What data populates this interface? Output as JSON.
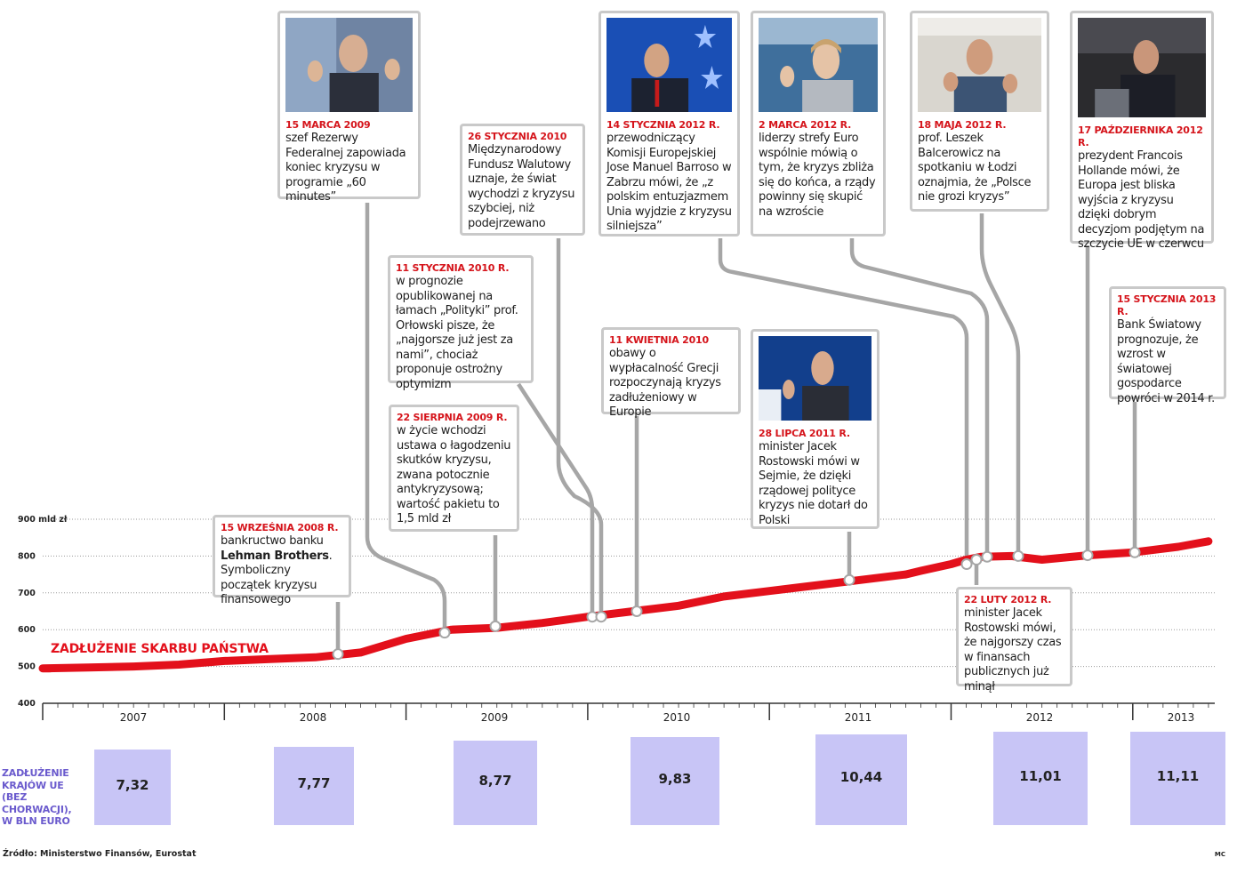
{
  "chart_data": {
    "type": "line",
    "series": [
      {
        "name": "ZADŁUŻENIE SKARBU PAŃSTWA",
        "x": [
          "2007-01",
          "2007-04",
          "2007-07",
          "2007-10",
          "2008-01",
          "2008-04",
          "2008-07",
          "2008-10",
          "2009-01",
          "2009-04",
          "2009-07",
          "2009-10",
          "2010-01",
          "2010-04",
          "2010-07",
          "2010-10",
          "2011-01",
          "2011-04",
          "2011-07",
          "2011-10",
          "2011-11",
          "2012-01",
          "2012-02",
          "2012-03",
          "2012-05",
          "2012-07",
          "2012-10",
          "2013-01",
          "2013-04",
          "2013-06"
        ],
        "values": [
          495,
          497,
          500,
          505,
          515,
          520,
          525,
          538,
          575,
          600,
          605,
          618,
          635,
          650,
          665,
          690,
          705,
          720,
          735,
          750,
          760,
          778,
          790,
          798,
          800,
          790,
          802,
          810,
          825,
          840
        ],
        "color": "#e3101b"
      }
    ],
    "y_axis": {
      "min": 400,
      "max": 900,
      "ticks": [
        "400",
        "500",
        "600",
        "700",
        "800",
        "900 mld zł"
      ]
    },
    "x_axis": {
      "ticks": [
        "2007",
        "2008",
        "2009",
        "2010",
        "2011",
        "2012",
        "2013"
      ]
    },
    "grid": "dotted horizontal",
    "eu_debt": {
      "label": "ZADŁUŻENIE KRAJÓW UE (BEZ CHORWACJI), W BLN EURO",
      "years": [
        "2007",
        "2008",
        "2009",
        "2010",
        "2011",
        "2012",
        "2013"
      ],
      "values": [
        "7,32",
        "7,77",
        "8,77",
        "9,83",
        "10,44",
        "11,01",
        "11,11"
      ],
      "bar_color": "#c8c5f6"
    }
  },
  "series_label": "ZADŁUŻENIE SKARBU PAŃSTWA",
  "events": [
    {
      "id": "e1",
      "date": "15 WRZEŚNIA 2008 R.",
      "text_before": "bankructwo banku ",
      "bold": "Lehman Brothers",
      "text_after": ". Symboliczny początek kryzysu finansowego",
      "x_date": "2008-09"
    },
    {
      "id": "e2",
      "date": "15 MARCA 2009",
      "text": "szef Rezerwy Federalnej zapowiada koniec kryzysu w programie „60 minutes”",
      "x_date": "2009-03",
      "photo": "ben-bernanke-photo"
    },
    {
      "id": "e3",
      "date": "22 SIERPNIA 2009 R.",
      "text": "w życie wchodzi ustawa o łagodzeniu skutków kryzysu, zwana potocznie antykryzysową; wartość pakietu to 1,5 mld zł",
      "x_date": "2009-08"
    },
    {
      "id": "e4",
      "date": "11 STYCZNIA 2010 R.",
      "text": "w prognozie opublikowanej na łamach „Polityki” prof. Orłowski pisze, że „najgorsze już jest za nami”, chociaż proponuje ostrożny optymizm",
      "x_date": "2010-01"
    },
    {
      "id": "e5",
      "date": "26 STYCZNIA 2010",
      "text": "Międzynarodowy Fundusz Walutowy uznaje, że świat wychodzi z kryzysu szybciej, niż podejrzewano",
      "x_date": "2010-01"
    },
    {
      "id": "e6",
      "date": "11 KWIETNIA 2010",
      "text": "obawy o wypłacalność Grecji rozpoczynają kryzys zadłużeniowy w Europie",
      "x_date": "2010-04"
    },
    {
      "id": "e7",
      "date": "14 STYCZNIA 2012 R.",
      "text": "przewodniczący Komisji Europejskiej Jose Manuel Barroso w Zabrzu mówi, że „z polskim entuzjazmem Unia wyjdzie z kryzysu silniejsza”",
      "x_date": "2012-01",
      "photo": "barroso-photo"
    },
    {
      "id": "e8",
      "date": "2 MARCA 2012 R.",
      "text": "liderzy strefy Euro wspólnie mówią o tym, że kryzys zbliża się do końca, a rządy powinny się skupić na wzroście",
      "x_date": "2012-03",
      "photo": "merkel-photo"
    },
    {
      "id": "e9",
      "date": "28 LIPCA 2011 R.",
      "text": "minister Jacek Rostowski mówi w Sejmie, że dzięki rządowej polityce kryzys nie dotarł do Polski",
      "x_date": "2011-07",
      "photo": "rostowski-photo"
    },
    {
      "id": "e10",
      "date": "18 MAJA 2012 R.",
      "text": "prof. Leszek Balcerowicz na spotkaniu w Łodzi oznajmia, że „Polsce nie grozi kryzys”",
      "x_date": "2012-05",
      "photo": "balcerowicz-photo"
    },
    {
      "id": "e11",
      "date": "17 PAŹDZIERNIKA 2012 R.",
      "text": "prezydent Francois Hollande mówi, że Europa jest bliska wyjścia z kryzysu dzięki dobrym decyzjom podjętym na szczycie UE w czerwcu",
      "x_date": "2012-10",
      "photo": "hollande-photo"
    },
    {
      "id": "e12",
      "date": "15 STYCZNIA 2013 R.",
      "text": "Bank Światowy prognozuje, że wzrost w światowej gospodarce powróci w 2014 r.",
      "x_date": "2013-01"
    },
    {
      "id": "e13",
      "date": "22 LUTY 2012 R.",
      "text": "minister Jacek Rostowski mówi, że najgorszy czas w finansach publicznych już minął",
      "x_date": "2012-02"
    }
  ],
  "source": "Źródło: Ministerstwo Finansów, Eurostat",
  "author": "MC"
}
